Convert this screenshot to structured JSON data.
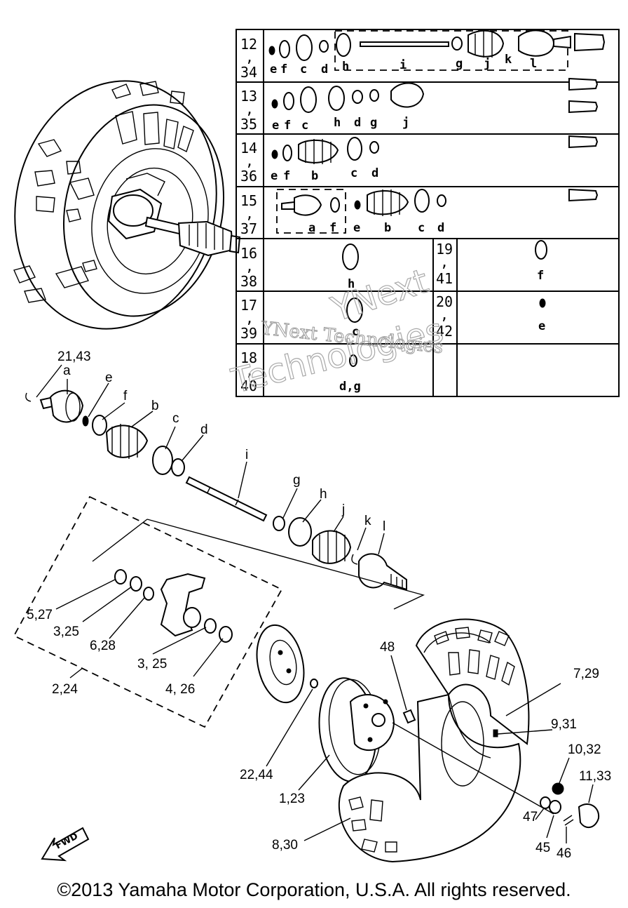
{
  "copyright": "©2013 Yamaha Motor Corporation, U.S.A. All rights reserved.",
  "watermark": {
    "line1": "YNext",
    "line2": "YNext Technologies",
    "line3": "Technologies"
  },
  "fwd_label": "FWD",
  "table_rows": [
    {
      "num": "12",
      "sep": ",",
      "num2": "34",
      "letters": [
        "e",
        "f",
        "c",
        "d",
        "h",
        "i",
        "g",
        "j",
        "k",
        "l"
      ]
    },
    {
      "num": "13",
      "sep": ",",
      "num2": "35",
      "letters": [
        "e",
        "f",
        "c",
        "h",
        "d",
        "g",
        "j"
      ]
    },
    {
      "num": "14",
      "sep": ",",
      "num2": "36",
      "letters": [
        "e",
        "f",
        "b",
        "c",
        "d"
      ]
    },
    {
      "num": "15",
      "sep": ",",
      "num2": "37",
      "letters": [
        "a",
        "f",
        "e",
        "b",
        "c",
        "d"
      ]
    },
    {
      "num": "16",
      "sep": ",",
      "num2": "38",
      "letters": [
        "h"
      ]
    },
    {
      "num": "17",
      "sep": ",",
      "num2": "39",
      "letters": [
        "c"
      ]
    },
    {
      "num": "18",
      "sep": ",",
      "num2": "40",
      "letters": [
        "d,g"
      ]
    },
    {
      "num": "19",
      "sep": ",",
      "num2": "41",
      "letters": [
        "f"
      ]
    },
    {
      "num": "20",
      "sep": ",",
      "num2": "42",
      "letters": [
        "e"
      ]
    }
  ],
  "callouts": {
    "c21_43": "21,43",
    "a": "a",
    "e": "e",
    "f": "f",
    "b": "b",
    "c": "c",
    "d": "d",
    "i": "i",
    "g": "g",
    "h": "h",
    "j": "j",
    "k": "k",
    "l": "l",
    "c5_27": "5,27",
    "c3_25a": "3,25",
    "c6_28": "6,28",
    "c3_25b": "3, 25",
    "c4_26": "4, 26",
    "c2_24": "2,24",
    "c48": "48",
    "c7_29": "7,29",
    "c9_31": "9,31",
    "c10_32": "10,32",
    "c11_33": "11,33",
    "c22_44": "22,44",
    "c1_23": "1,23",
    "c8_30": "8,30",
    "c47": "47",
    "c45": "45",
    "c46": "46"
  }
}
